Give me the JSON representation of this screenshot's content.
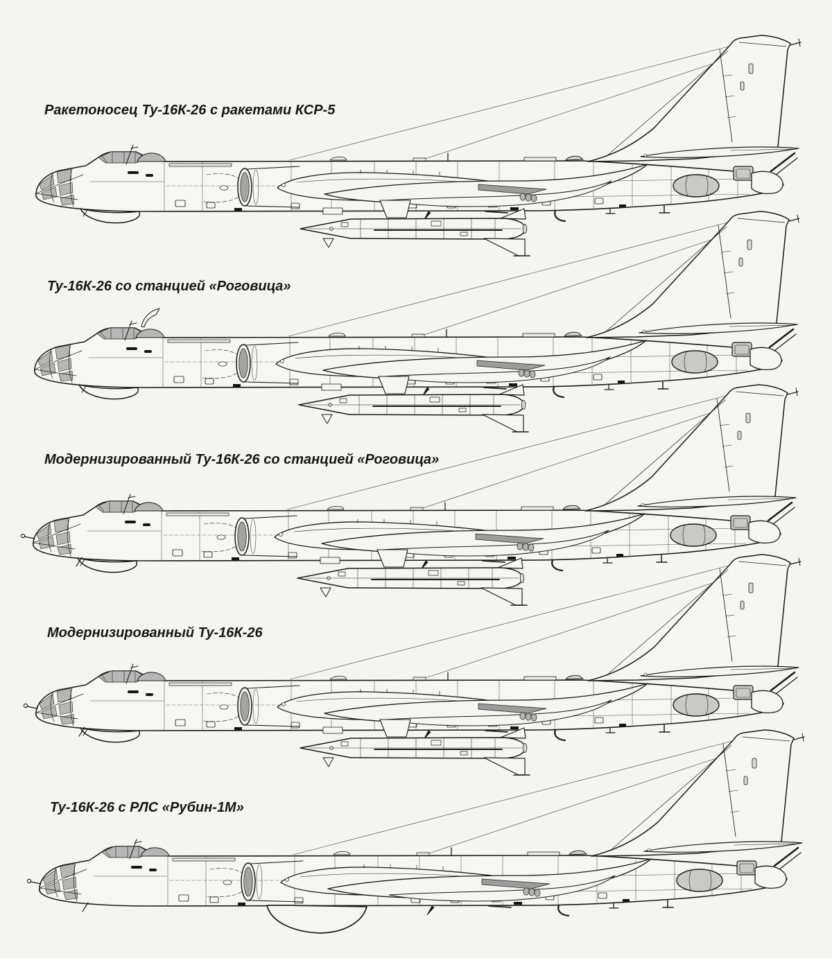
{
  "page": {
    "background_color": "#f4f4f0",
    "ink_color": "#1b1b1b",
    "shade_color": "#b6b6b4",
    "subject": "Ту-16К-26"
  },
  "figures": [
    {
      "label": "Ракетоносец Ту-16К-26 с ракетами КСР-5",
      "variant": {
        "missile": true,
        "chin_radome": true,
        "belly_radome": false,
        "nose_probe": false,
        "blade_antenna": false
      }
    },
    {
      "label": "Ту-16К-26 со станцией «Роговица»",
      "variant": {
        "missile": true,
        "chin_radome": true,
        "belly_radome": false,
        "nose_probe": false,
        "blade_antenna": true
      }
    },
    {
      "label": "Модернизированный Ту-16К-26 со станцией «Роговица»",
      "variant": {
        "missile": true,
        "chin_radome": true,
        "belly_radome": false,
        "nose_probe": true,
        "blade_antenna": false
      }
    },
    {
      "label": "Модернизированный Ту-16К-26",
      "variant": {
        "missile": true,
        "chin_radome": true,
        "belly_radome": false,
        "nose_probe": true,
        "blade_antenna": false
      }
    },
    {
      "label": "Ту-16К-26 с РЛС «Рубин-1М»",
      "variant": {
        "missile": false,
        "chin_radome": false,
        "belly_radome": true,
        "nose_probe": true,
        "blade_antenna": false
      }
    }
  ]
}
